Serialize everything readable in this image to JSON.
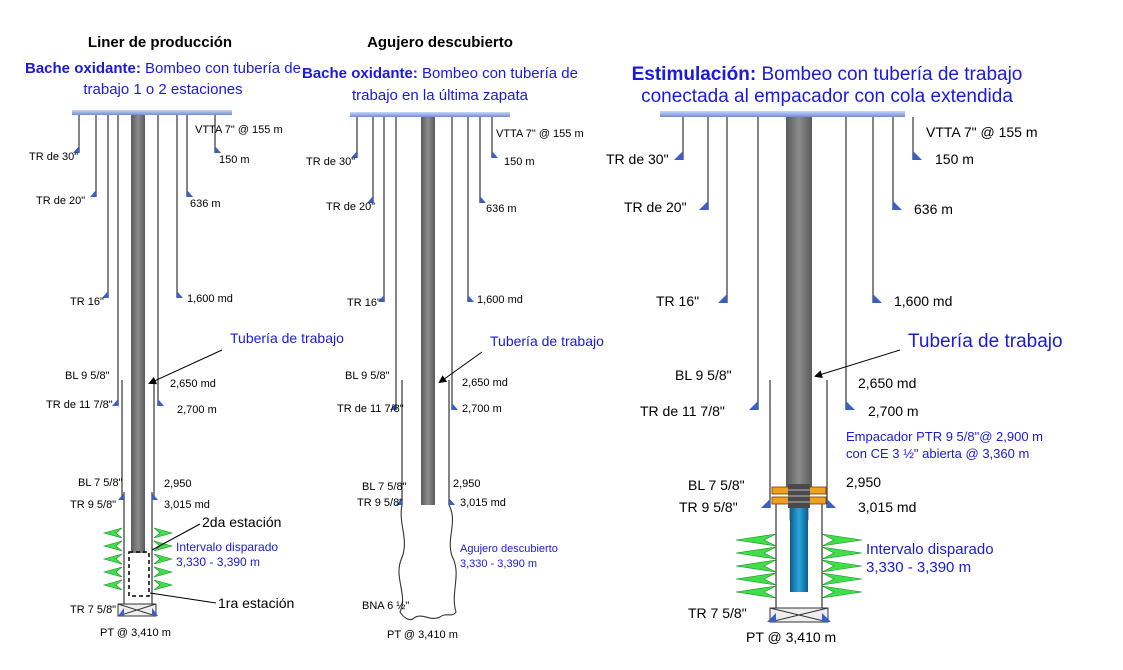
{
  "panels": [
    {
      "heading": "Liner de producción",
      "subtitle": {
        "bold": "Bache oxidante:",
        "line1_rest": " Bombeo con tubería de",
        "line2": "trabajo  1 o 2 estaciones"
      },
      "labels": {
        "vtta": "VTTA 7\" @ 155 m",
        "m150": "150 m",
        "tr30": "TR de 30\"",
        "tr20": "TR de 20\"",
        "m636": "636 m",
        "tr16": "TR 16\"",
        "md1600": "1,600 md",
        "tuberia": "Tubería de trabajo",
        "bl958": "BL 9 5/8\"",
        "md2650": "2,650 md",
        "tr11": "TR de 11 7/8\"",
        "m2700": "2,700 m",
        "bl758": "BL 7 5/8\"",
        "v2950": "2,950",
        "tr958": "TR 9 5/8\"",
        "md3015": "3,015 md",
        "estacion2": "2da estación",
        "intervalo": "Intervalo disparado",
        "intervalo_range": "3,330 - 3,390 m",
        "estacion1": "1ra estación",
        "tr758": "TR 7 5/8\"",
        "pt": "PT @ 3,410 m"
      }
    },
    {
      "heading": "Agujero descubierto",
      "subtitle": {
        "bold": "Bache oxidante:",
        "line1_rest": " Bombeo con tubería de",
        "line2": "trabajo  en la última zapata"
      },
      "labels": {
        "vtta": "VTTA 7\" @ 155 m",
        "m150": "150 m",
        "tr30": "TR de 30\"",
        "tr20": "TR de 20\"",
        "m636": "636 m",
        "tr16": "TR 16\"",
        "md1600": "1,600 md",
        "tuberia": "Tubería de trabajo",
        "bl958": "BL 9 5/8\"",
        "md2650": "2,650 md",
        "tr11": "TR de 11 7/8\"",
        "m2700": "2,700 m",
        "bl758": "BL 7 5/8\"",
        "v2950": "2,950",
        "tr958": "TR 9 5/8\"",
        "md3015": "3,015 md",
        "agujero": "Agujero descubierto",
        "agujero_range": "3,330 - 3,390 m",
        "bna": "BNA 6 ½\"",
        "pt": "PT @ 3,410 m"
      }
    },
    {
      "subtitle": {
        "bold": "Estimulación:",
        "line1_rest": " Bombeo con tubería de trabajo",
        "line2": "conectada al empacador con cola extendida"
      },
      "labels": {
        "vtta": "VTTA 7\" @ 155 m",
        "m150": "150 m",
        "tr30": "TR de 30\"",
        "tr20": "TR de 20\"",
        "m636": "636 m",
        "tr16": "TR 16\"",
        "md1600": "1,600 md",
        "tuberia": "Tubería de trabajo",
        "bl958": "BL 9 5/8\"",
        "md2650": "2,650 md",
        "tr11": "TR de 11 7/8\"",
        "m2700": "2,700 m",
        "empacador1": "Empacador PTR  9 5/8\"@ 2,900 m",
        "empacador2": "con CE 3 ½\" abierta @ 3,360 m",
        "bl758": "BL 7 5/8\"",
        "v2950": "2,950",
        "tr958": "TR 9 5/8\"",
        "md3015": "3,015 md",
        "intervalo": "Intervalo disparado",
        "intervalo_range": "3,330 - 3,390 m",
        "tr758": "TR 7 5/8\"",
        "pt": "PT @ 3,410 m"
      }
    }
  ],
  "colors": {
    "title_blue": "#1a1adc",
    "shoe_blue": "#3a5fc8",
    "platform": "#9db4e6",
    "tubing": "#7a7a7a",
    "perforation": "#3ee04a",
    "packer": "#f0a020",
    "tail_pipe": "#1e86c0"
  }
}
